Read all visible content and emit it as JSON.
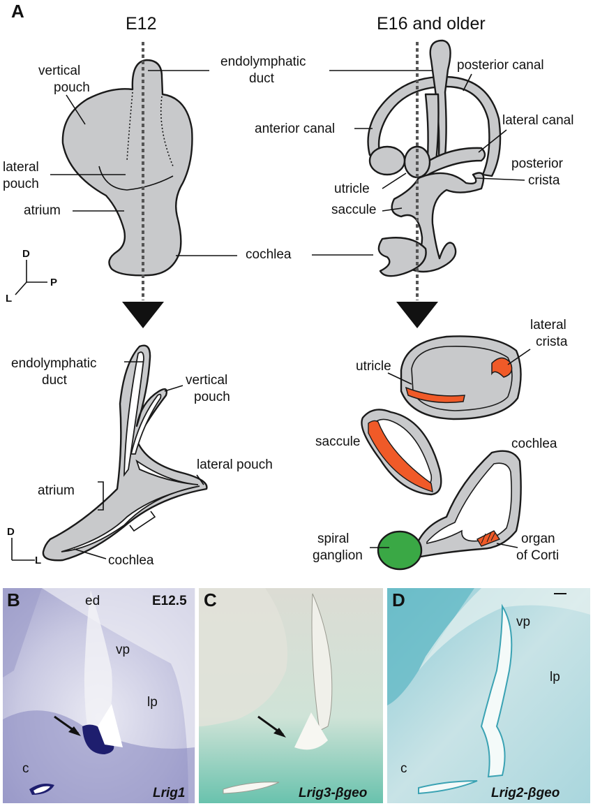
{
  "panel_a": {
    "letter": "A",
    "stage_left": "E12",
    "stage_right": "E16 and older",
    "axes_top": {
      "d": "D",
      "p": "P",
      "l": "L"
    },
    "axes_bottom": {
      "d": "D",
      "l": "L"
    },
    "top_left_labels": {
      "vertical_pouch_1": "vertical",
      "vertical_pouch_2": "pouch",
      "lateral_pouch_1": "lateral",
      "lateral_pouch_2": "pouch",
      "atrium": "atrium"
    },
    "top_shared_labels": {
      "endolymphatic_1": "endolymphatic",
      "endolymphatic_2": "duct",
      "cochlea": "cochlea"
    },
    "top_right_labels": {
      "posterior_canal": "posterior canal",
      "anterior_canal": "anterior canal",
      "lateral_canal": "lateral canal",
      "posterior_crista_1": "posterior",
      "posterior_crista_2": "crista",
      "utricle": "utricle",
      "saccule": "saccule"
    },
    "bottom_left_labels": {
      "endolymphatic_1": "endolymphatic",
      "endolymphatic_2": "duct",
      "vertical_1": "vertical",
      "vertical_2": "pouch",
      "lateral_pouch": "lateral pouch",
      "atrium": "atrium",
      "cochlea": "cochlea"
    },
    "bottom_right_labels": {
      "lateral_crista_1": "lateral",
      "lateral_crista_2": "crista",
      "utricle": "utricle",
      "saccule": "saccule",
      "cochlea": "cochlea",
      "spiral_1": "spiral",
      "spiral_2": "ganglion",
      "organ_1": "organ",
      "organ_2": "of Corti"
    },
    "colors": {
      "tissue": "#c8c9cb",
      "sensory": "#f05a28",
      "ganglion": "#3aa845"
    }
  },
  "panel_b": {
    "letter": "B",
    "stage": "E12.5",
    "ed": "ed",
    "vp": "vp",
    "lp": "lp",
    "c": "c",
    "gene": "Lrig1"
  },
  "panel_c": {
    "letter": "C",
    "gene": "Lrig3-βgeo"
  },
  "panel_d": {
    "letter": "D",
    "vp": "vp",
    "lp": "lp",
    "c": "c",
    "gene": "Lrig2-βgeo"
  }
}
